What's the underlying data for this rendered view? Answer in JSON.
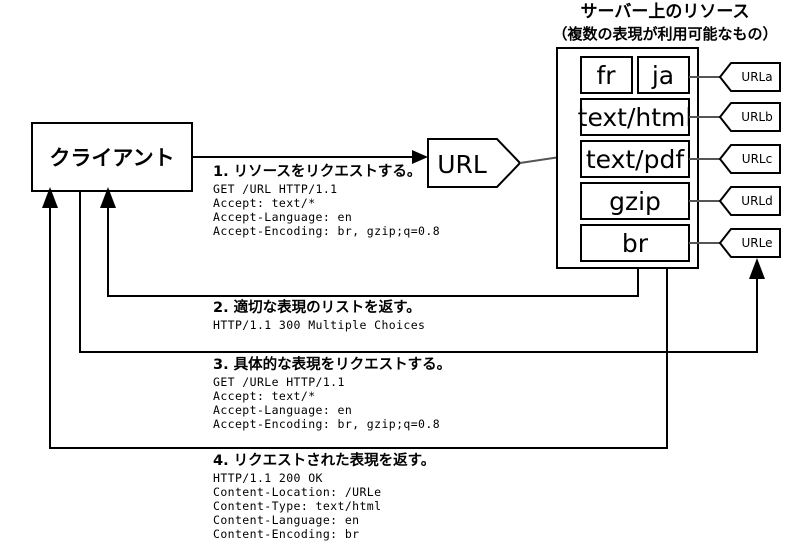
{
  "diagram": {
    "server_panel": {
      "title": "サーバー上のリソース",
      "subtitle": "（複数の表現が利用可能なもの）",
      "representations": [
        {
          "label": "fr",
          "tag": ""
        },
        {
          "label": "ja",
          "tag": "URLa"
        },
        {
          "label": "text/html",
          "tag": "URLb"
        },
        {
          "label": "text/pdf",
          "tag": "URLc"
        },
        {
          "label": "gzip",
          "tag": "URLd"
        },
        {
          "label": "br",
          "tag": "URLe"
        }
      ]
    },
    "client": {
      "label": "クライアント"
    },
    "url_tag": {
      "label": "URL"
    },
    "steps": [
      {
        "id": "step-1",
        "title": "1. リソースをリクエストする。",
        "lines": [
          "GET /URL HTTP/1.1",
          "Accept: text/*",
          "Accept-Language: en",
          "Accept-Encoding: br, gzip;q=0.8"
        ]
      },
      {
        "id": "step-2",
        "title": "2. 適切な表現のリストを返す。",
        "lines": [
          "HTTP/1.1 300 Multiple Choices"
        ]
      },
      {
        "id": "step-3",
        "title": "3. 具体的な表現をリクエストする。",
        "lines": [
          "GET /URLe HTTP/1.1",
          "Accept: text/*",
          "Accept-Language: en",
          "Accept-Encoding: br, gzip;q=0.8"
        ]
      },
      {
        "id": "step-4",
        "title": "4. リクエストされた表現を返す。",
        "lines": [
          "HTTP/1.1 200 OK",
          "Content-Location: /URLe",
          "Content-Type: text/html",
          "Content-Language: en",
          "Content-Encoding: br"
        ]
      }
    ],
    "colors": {
      "stroke": "#000000",
      "background": "#ffffff",
      "connector": "#555555"
    }
  }
}
